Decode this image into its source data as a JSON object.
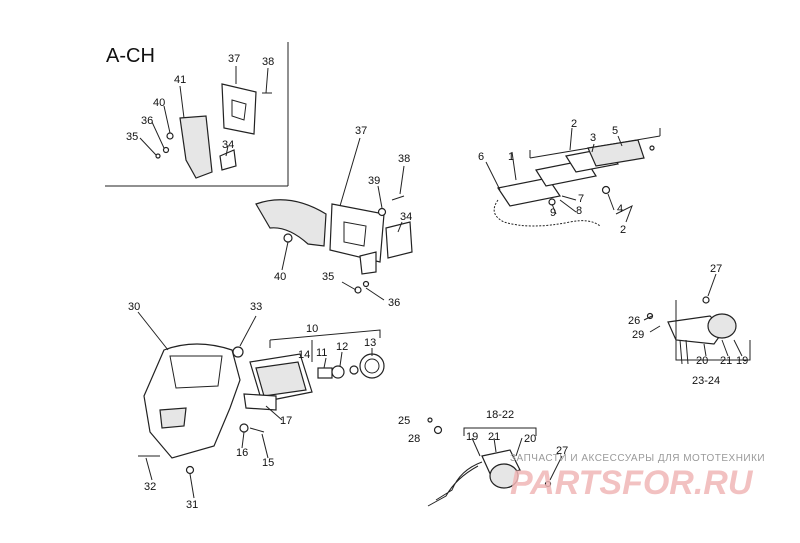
{
  "section_header": "A-CH",
  "labels": {
    "l1": "1",
    "l2a": "2",
    "l2b": "2",
    "l3": "3",
    "l4": "4",
    "l5": "5",
    "l6": "6",
    "l7": "7",
    "l8": "8",
    "l9": "9",
    "l10": "10",
    "l11": "11",
    "l12": "12",
    "l13": "13",
    "l14": "14",
    "l15": "15",
    "l16": "16",
    "l17": "17",
    "l18_22": "18-22",
    "l19a": "19",
    "l19b": "19",
    "l20a": "20",
    "l20b": "20",
    "l21a": "21",
    "l21b": "21",
    "l23_24": "23-24",
    "l25": "25",
    "l26": "26",
    "l27a": "27",
    "l27b": "27",
    "l28": "28",
    "l29": "29",
    "l30": "30",
    "l31": "31",
    "l32": "32",
    "l33": "33",
    "l34a": "34",
    "l34b": "34",
    "l35a": "35",
    "l35b": "35",
    "l36a": "36",
    "l36b": "36",
    "l37a": "37",
    "l37b": "37",
    "l38a": "38",
    "l38b": "38",
    "l39": "39",
    "l40a": "40",
    "l40b": "40",
    "l41": "41"
  },
  "watermark": {
    "tagline": "ЗАПЧАСТИ И АКСЕССУАРЫ ДЛЯ МОТОТЕХНИКИ",
    "brand": "PARTSFOR.RU"
  }
}
